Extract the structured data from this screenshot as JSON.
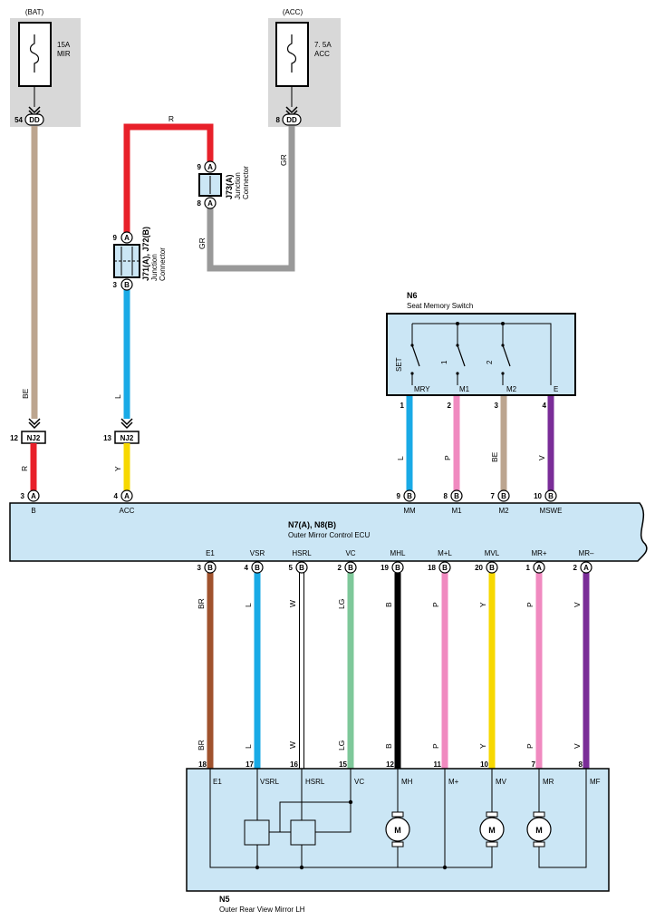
{
  "fuses": [
    {
      "source": "(BAT)",
      "rating": "15A",
      "name": "MIR",
      "pin": "54",
      "connector": "DD"
    },
    {
      "source": "(ACC)",
      "rating": "7. 5A",
      "name": "ACC",
      "pin": "8",
      "connector": "DD"
    }
  ],
  "junctions": [
    {
      "name": "J73(A)",
      "desc1": "Junction",
      "desc2": "Connector",
      "pin_top": "9",
      "pin_bottom": "8",
      "conn": "A"
    },
    {
      "name": "J71(A), J72(B)",
      "desc1": "Junction",
      "desc2": "Connector",
      "pin_top": "9",
      "conn_top": "A",
      "pin_bottom": "3",
      "conn_bottom": "B"
    }
  ],
  "nj2": [
    {
      "pin": "12",
      "label": "NJ2"
    },
    {
      "pin": "13",
      "label": "NJ2"
    }
  ],
  "wires_upper": {
    "bat": "BE",
    "red": "R",
    "acc": "GR",
    "acc2": "GR",
    "junction": "L",
    "nj_bat": "R",
    "nj_acc": "Y"
  },
  "seat_switch": {
    "id": "N6",
    "name": "Seat Memory Switch",
    "switches": [
      "SET",
      "1",
      "2"
    ],
    "terminals": [
      "MRY",
      "M1",
      "M2",
      "E"
    ],
    "pins": [
      "1",
      "2",
      "3",
      "4"
    ],
    "wire_colors": [
      "L",
      "P",
      "BE",
      "V"
    ]
  },
  "ecu": {
    "id": "N7(A), N8(B)",
    "name": "Outer Mirror Control ECU",
    "top_terminals": [
      {
        "pin": "3",
        "conn": "A",
        "label": "B"
      },
      {
        "pin": "4",
        "conn": "A",
        "label": "ACC"
      },
      {
        "pin": "9",
        "conn": "B",
        "label": "MM"
      },
      {
        "pin": "8",
        "conn": "B",
        "label": "M1"
      },
      {
        "pin": "7",
        "conn": "B",
        "label": "M2"
      },
      {
        "pin": "10",
        "conn": "B",
        "label": "MSWE"
      }
    ],
    "bottom_terminals": [
      {
        "pin": "3",
        "conn": "B",
        "label": "E1",
        "color": "BR"
      },
      {
        "pin": "4",
        "conn": "B",
        "label": "VSR",
        "color": "L"
      },
      {
        "pin": "5",
        "conn": "B",
        "label": "HSRL",
        "color": "W"
      },
      {
        "pin": "2",
        "conn": "B",
        "label": "VC",
        "color": "LG"
      },
      {
        "pin": "19",
        "conn": "B",
        "label": "MHL",
        "color": "B"
      },
      {
        "pin": "18",
        "conn": "B",
        "label": "M+L",
        "color": "P"
      },
      {
        "pin": "20",
        "conn": "B",
        "label": "MVL",
        "color": "Y"
      },
      {
        "pin": "1",
        "conn": "A",
        "label": "MR+",
        "color": "P"
      },
      {
        "pin": "2",
        "conn": "A",
        "label": "MR–",
        "color": "V"
      }
    ]
  },
  "mirror": {
    "id": "N5",
    "name": "Outer Rear View Mirror LH",
    "terminals": [
      {
        "pin": "18",
        "label": "E1",
        "color": "BR"
      },
      {
        "pin": "17",
        "label": "VSRL",
        "color": "L"
      },
      {
        "pin": "16",
        "label": "HSRL",
        "color": "W"
      },
      {
        "pin": "15",
        "label": "VC",
        "color": "LG"
      },
      {
        "pin": "12",
        "label": "MH",
        "color": "B"
      },
      {
        "pin": "11",
        "label": "M+",
        "color": "P"
      },
      {
        "pin": "10",
        "label": "MV",
        "color": "Y"
      },
      {
        "pin": "7",
        "label": "MR",
        "color": "P"
      },
      {
        "pin": "8",
        "label": "MF",
        "color": "V"
      }
    ],
    "motor_symbol": "M"
  }
}
